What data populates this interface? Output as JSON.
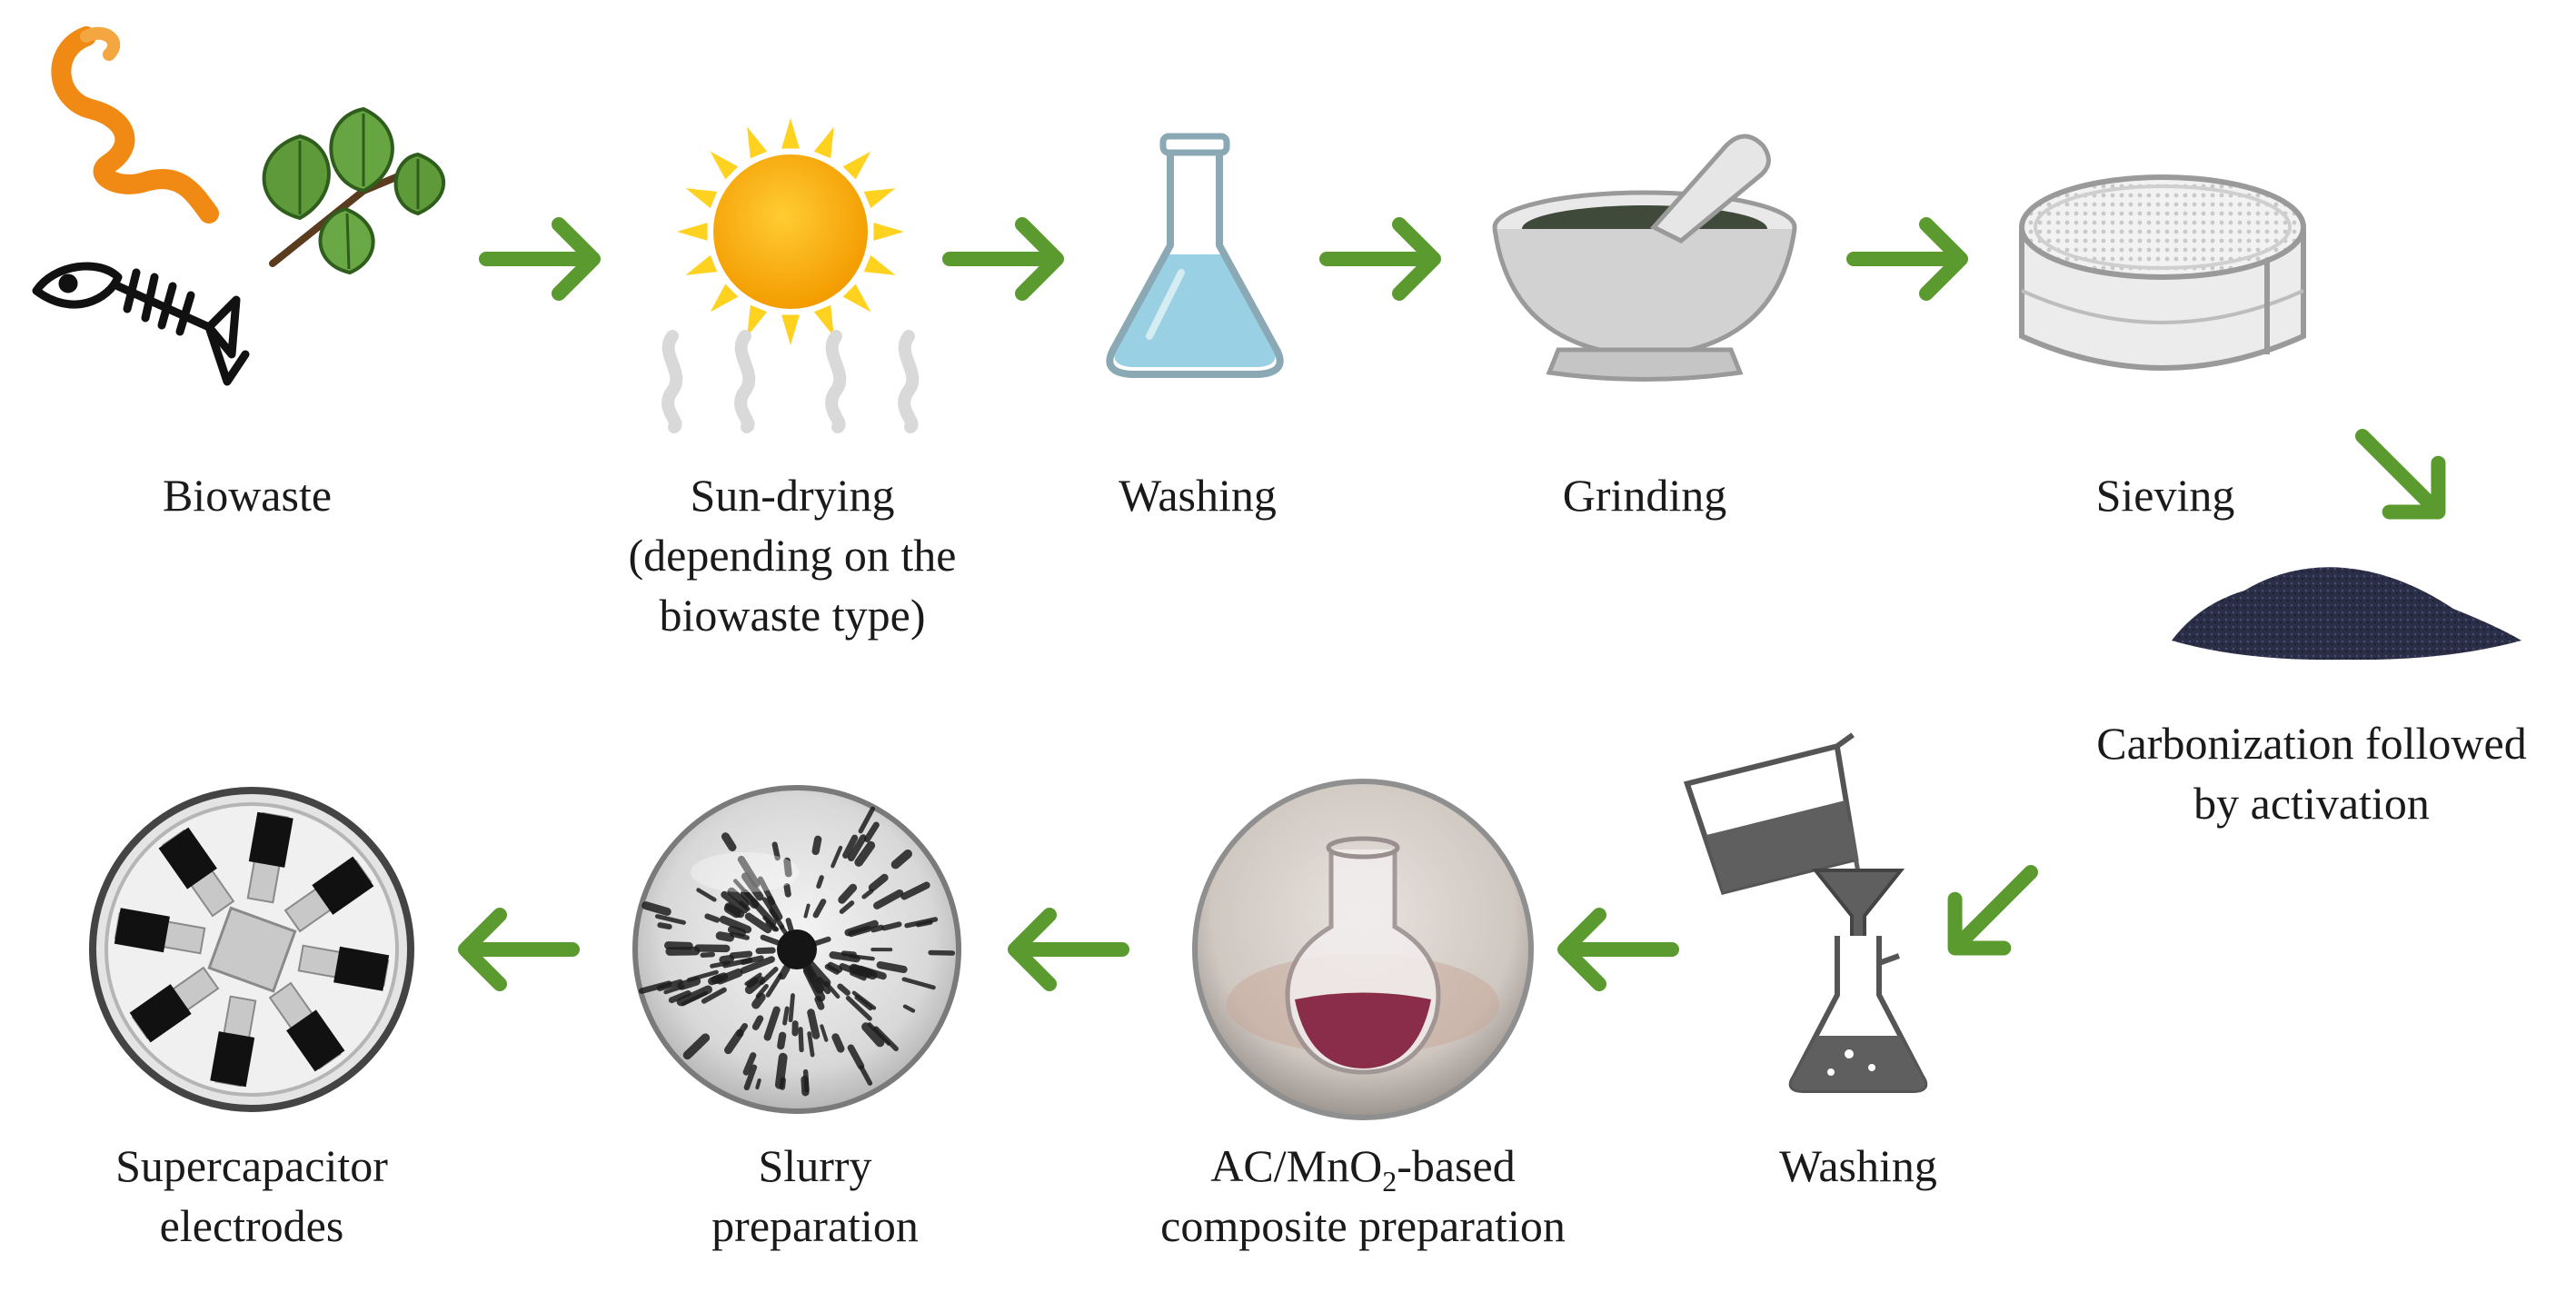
{
  "diagram": {
    "colors": {
      "arrow": "#5a9a2e",
      "ink": "#1a1a1a",
      "sun": "#f7b500",
      "sun_rays": "#ffd21f",
      "orange_peel": "#f08a14",
      "leaf": "#5f9a3a",
      "flask_liquid": "#8fcbe0",
      "mortar": "#cfcfcf",
      "carbon_powder": "#2c2f4a",
      "composite_liquid": "#8a2d4a"
    },
    "steps": [
      {
        "id": "biowaste",
        "icons": [
          "orange-peel-icon",
          "leaves-icon",
          "fish-bone-icon"
        ],
        "label_lines": [
          "Biowaste"
        ]
      },
      {
        "id": "sun-drying",
        "icons": [
          "sun-icon",
          "heat-wave-icon"
        ],
        "label_lines": [
          "Sun-drying",
          "(depending on the",
          "biowaste type)"
        ]
      },
      {
        "id": "washing-1",
        "icons": [
          "erlenmeyer-flask-icon"
        ],
        "label_lines": [
          "Washing"
        ]
      },
      {
        "id": "grinding",
        "icons": [
          "mortar-and-pestle-icon"
        ],
        "label_lines": [
          "Grinding"
        ]
      },
      {
        "id": "sieving",
        "icons": [
          "sieve-icon"
        ],
        "label_lines": [
          "Sieving"
        ]
      },
      {
        "id": "carbonization",
        "icons": [
          "carbon-powder-icon"
        ],
        "label_lines": [
          "Carbonization followed",
          "by activation"
        ]
      },
      {
        "id": "washing-2",
        "icons": [
          "beaker-pouring-icon",
          "funnel-icon",
          "filter-flask-icon"
        ],
        "label_lines": [
          "Washing"
        ]
      },
      {
        "id": "composite",
        "icons": [
          "composite-flask-photo"
        ],
        "label_prefix": "AC/MnO",
        "label_subscript": "2",
        "label_suffix": "-based",
        "label_line2": "composite preparation"
      },
      {
        "id": "slurry",
        "icons": [
          "slurry-dish-photo"
        ],
        "label_lines": [
          "Slurry",
          "preparation"
        ]
      },
      {
        "id": "electrodes",
        "icons": [
          "electrodes-dish-photo"
        ],
        "label_lines": [
          "Supercapacitor",
          "electrodes"
        ]
      }
    ],
    "arrows": [
      {
        "from": "biowaste",
        "to": "sun-drying",
        "direction": "right"
      },
      {
        "from": "sun-drying",
        "to": "washing-1",
        "direction": "right"
      },
      {
        "from": "washing-1",
        "to": "grinding",
        "direction": "right"
      },
      {
        "from": "grinding",
        "to": "sieving",
        "direction": "right"
      },
      {
        "from": "sieving",
        "to": "carbonization",
        "direction": "down-right"
      },
      {
        "from": "carbonization",
        "to": "washing-2",
        "direction": "down-left"
      },
      {
        "from": "washing-2",
        "to": "composite",
        "direction": "left"
      },
      {
        "from": "composite",
        "to": "slurry",
        "direction": "left"
      },
      {
        "from": "slurry",
        "to": "electrodes",
        "direction": "left"
      }
    ]
  }
}
